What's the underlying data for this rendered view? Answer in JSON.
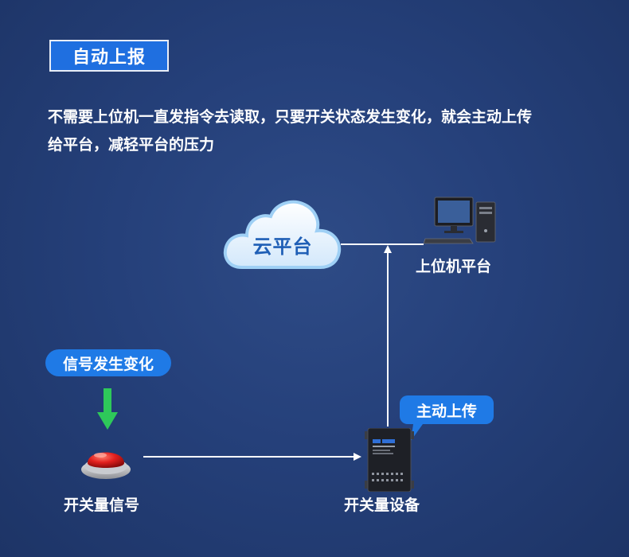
{
  "title": "自动上报",
  "description": {
    "line1": "不需要上位机一直发指令去读取，只要开关状态发生变化，就会主动上传",
    "line2": "给平台，减轻平台的压力"
  },
  "nodes": {
    "cloud": {
      "label": "云平台",
      "icon": "cloud-icon"
    },
    "host": {
      "label": "上位机平台",
      "icon": "desktop-computer-icon"
    },
    "signal_source": {
      "label": "开关量信号",
      "icon": "red-push-button-icon"
    },
    "device": {
      "label": "开关量设备",
      "icon": "io-module-device-icon"
    }
  },
  "callouts": {
    "signal_change": "信号发生变化",
    "active_upload": "主动上传"
  },
  "colors": {
    "background": "#25407a",
    "accent_blue": "#1f7ae6",
    "badge_blue": "#1f6fe0",
    "arrow_green": "#2ec95a",
    "button_red": "#e3201e",
    "connector": "#ffffff"
  }
}
